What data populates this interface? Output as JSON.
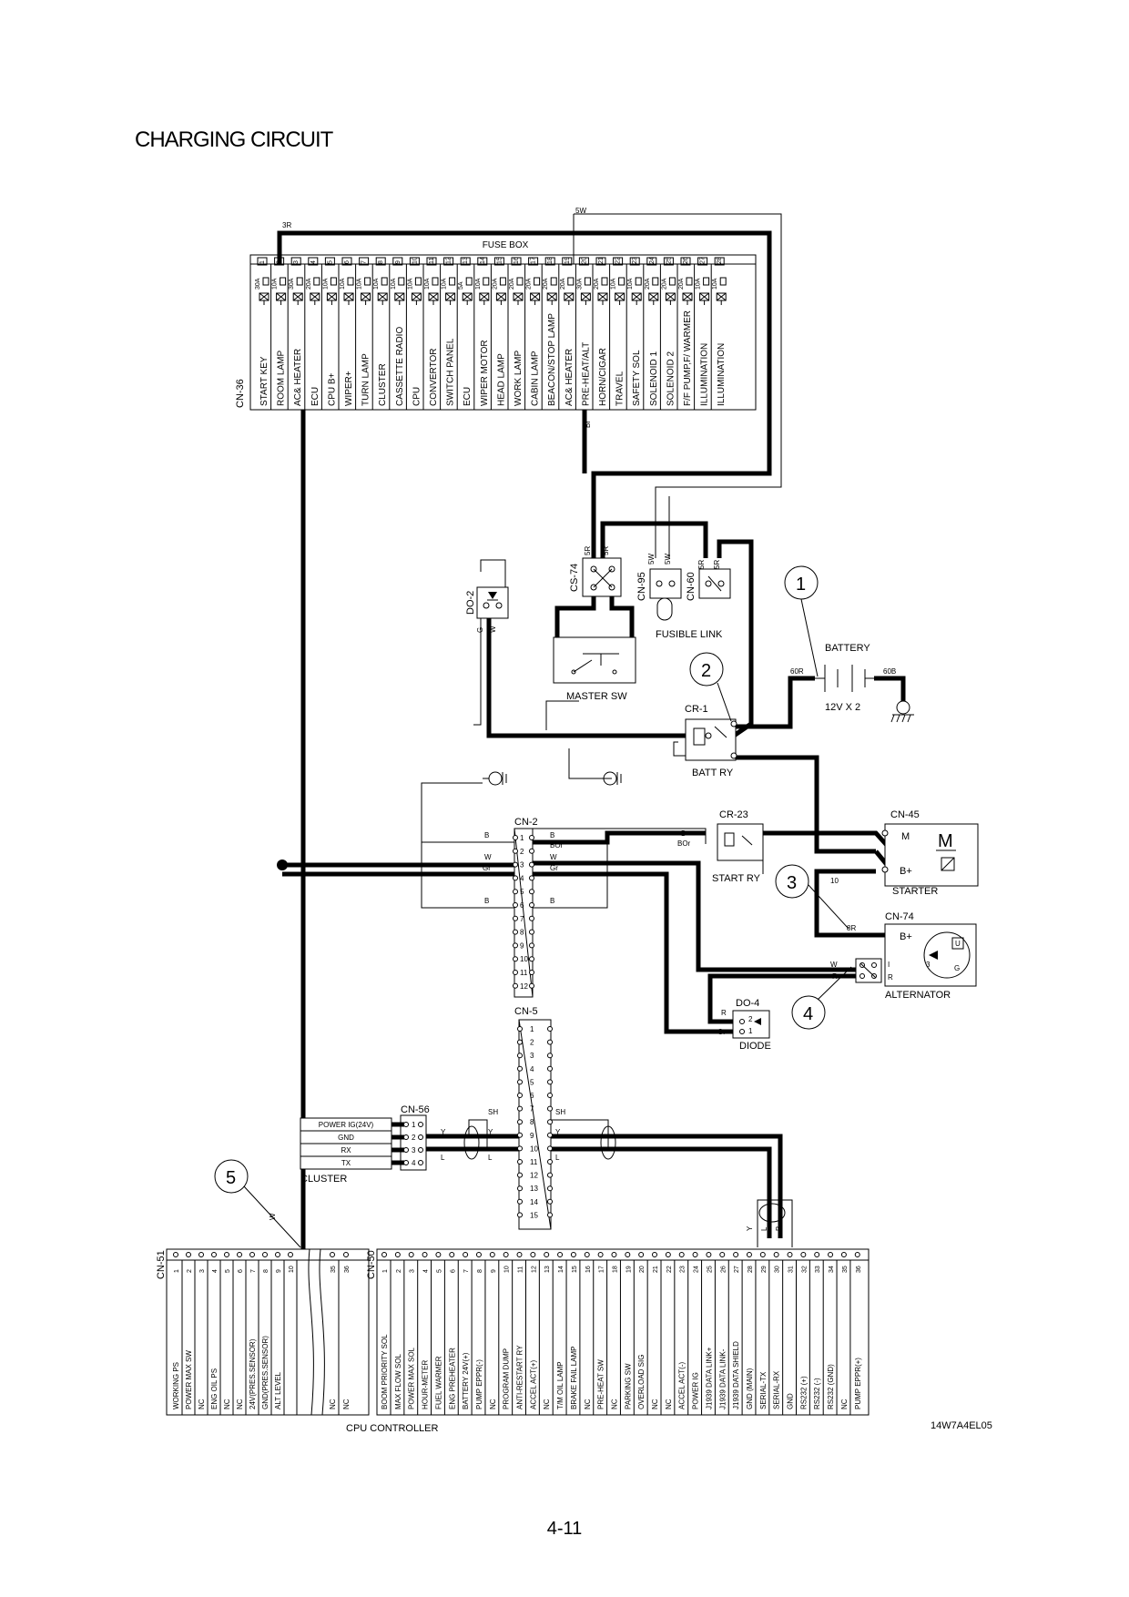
{
  "page": {
    "title": "CHARGING CIRCUIT",
    "page_number": "4-11",
    "doc_code": "14W7A4EL05"
  },
  "fuse_box": {
    "label": "FUSE BOX",
    "connector": "CN-36",
    "fuses": [
      {
        "no": "1",
        "amp": "30A",
        "circuit": "START KEY"
      },
      {
        "no": "2",
        "amp": "10A",
        "circuit": "ROOM LAMP"
      },
      {
        "no": "3",
        "amp": "30A",
        "circuit": "AC& HEATER"
      },
      {
        "no": "4",
        "amp": "20A",
        "circuit": "ECU"
      },
      {
        "no": "5",
        "amp": "10A",
        "circuit": "CPU B+"
      },
      {
        "no": "6",
        "amp": "10A",
        "circuit": "WIPER+"
      },
      {
        "no": "7",
        "amp": "10A",
        "circuit": "TURN LAMP"
      },
      {
        "no": "8",
        "amp": "10A",
        "circuit": "CLUSTER"
      },
      {
        "no": "9",
        "amp": "10A",
        "circuit": "CASSETTE RADIO"
      },
      {
        "no": "10",
        "amp": "10A",
        "circuit": "CPU"
      },
      {
        "no": "11",
        "amp": "10A",
        "circuit": "CONVERTOR"
      },
      {
        "no": "12",
        "amp": "10A",
        "circuit": "SWITCH PANEL"
      },
      {
        "no": "13",
        "amp": "5A",
        "circuit": "ECU"
      },
      {
        "no": "14",
        "amp": "10A",
        "circuit": "WIPER MOTOR"
      },
      {
        "no": "15",
        "amp": "20A",
        "circuit": "HEAD LAMP"
      },
      {
        "no": "16",
        "amp": "20A",
        "circuit": "WORK LAMP"
      },
      {
        "no": "17",
        "amp": "20A",
        "circuit": "CABIN LAMP"
      },
      {
        "no": "18",
        "amp": "20A",
        "circuit": "BEACON/STOP LAMP"
      },
      {
        "no": "19",
        "amp": "20A",
        "circuit": "AC& HEATER"
      },
      {
        "no": "20",
        "amp": "30A",
        "circuit": "PRE-HEAT/ALT"
      },
      {
        "no": "21",
        "amp": "20A",
        "circuit": "HORN/CIGAR"
      },
      {
        "no": "22",
        "amp": "10A",
        "circuit": "TRAVEL"
      },
      {
        "no": "23",
        "amp": "10A",
        "circuit": "SAFETY SOL"
      },
      {
        "no": "24",
        "amp": "20A",
        "circuit": "SOLENOID 1"
      },
      {
        "no": "25",
        "amp": "20A",
        "circuit": "SOLENOID 2"
      },
      {
        "no": "26",
        "amp": "20A",
        "circuit": "F/F PUMP,F/ WARMER"
      },
      {
        "no": "27",
        "amp": "10A",
        "circuit": "ILLUMINATION"
      },
      {
        "no": "28",
        "amp": "10A",
        "circuit": "ILLUMINATION"
      }
    ]
  },
  "wires": {
    "w3r": "3R",
    "w5w": "5W",
    "wbr": "Br",
    "w5r": "5R",
    "w60r": "60R",
    "w60b": "60B",
    "w8r": "8R",
    "w10": "10",
    "wg": "G",
    "ww": "W",
    "wb": "B",
    "wbor": "BOr",
    "wgr": "Gr",
    "wr": "R",
    "wsh": "SH",
    "wy": "Y",
    "wl": "L"
  },
  "components": {
    "cs74": "CS-74",
    "cn95": "CN-95",
    "cn60": "CN-60",
    "fusible_link": "FUSIBLE LINK",
    "do2": "DO-2",
    "master_sw": "MASTER SW",
    "battery": "BATTERY",
    "battery_spec": "12V X 2",
    "cr1": "CR-1",
    "batt_ry": "BATT RY",
    "cn2": "CN-2",
    "cr23": "CR-23",
    "start_ry": "START RY",
    "cn45": "CN-45",
    "starter": "STARTER",
    "motor": "M",
    "m_pin": "M",
    "bplus": "B+",
    "cn74": "CN-74",
    "alternator": "ALTERNATOR",
    "alt_i": "I",
    "alt_r": "R",
    "alt_3": "3",
    "alt_u": "U",
    "alt_g": "G",
    "do4": "DO-4",
    "diode": "DIODE",
    "cn5": "CN-5",
    "cn56": "CN-56",
    "cluster": "CLUSTER",
    "cn51": "CN-51",
    "cn50": "CN-50",
    "cpu_controller": "CPU CONTROLLER"
  },
  "callouts": [
    "1",
    "2",
    "3",
    "4",
    "5"
  ],
  "cn56_pins": [
    "POWER IG(24V)",
    "GND",
    "RX",
    "TX"
  ],
  "cn51": {
    "pins": [
      {
        "no": "1",
        "label": "WORKING PS"
      },
      {
        "no": "2",
        "label": "POWER MAX SW"
      },
      {
        "no": "3",
        "label": "NC"
      },
      {
        "no": "4",
        "label": "ENG OIL PS"
      },
      {
        "no": "5",
        "label": "NC"
      },
      {
        "no": "6",
        "label": "NC"
      },
      {
        "no": "7",
        "label": "24V(PRES.SENSOR)"
      },
      {
        "no": "8",
        "label": "GND(PRES.SENSOR)"
      },
      {
        "no": "9",
        "label": "ALT LEVEL"
      },
      {
        "no": "10",
        "label": ""
      },
      {
        "no": "35",
        "label": "NC"
      },
      {
        "no": "36",
        "label": "NC"
      }
    ]
  },
  "cn50": {
    "pins": [
      {
        "no": "1",
        "label": "BOOM PRIORITY SOL"
      },
      {
        "no": "2",
        "label": "MAX FLOW SOL"
      },
      {
        "no": "3",
        "label": "POWER MAX SOL"
      },
      {
        "no": "4",
        "label": "HOUR-METER"
      },
      {
        "no": "5",
        "label": "FUEL WARMER"
      },
      {
        "no": "6",
        "label": "ENG PREHEATER"
      },
      {
        "no": "7",
        "label": "BATTERY 24V(+)"
      },
      {
        "no": "8",
        "label": "PUMP EPPR(-)"
      },
      {
        "no": "9",
        "label": "NC"
      },
      {
        "no": "10",
        "label": "PROGRAM DUMP"
      },
      {
        "no": "11",
        "label": "ANTI-RESTART RY"
      },
      {
        "no": "12",
        "label": "ACCEL ACT(+)"
      },
      {
        "no": "13",
        "label": "NC"
      },
      {
        "no": "14",
        "label": "T/M OIL LAMP"
      },
      {
        "no": "15",
        "label": "BRAKE FAIL LAMP"
      },
      {
        "no": "16",
        "label": "NC"
      },
      {
        "no": "17",
        "label": "PRE-HEAT SW"
      },
      {
        "no": "18",
        "label": "NC"
      },
      {
        "no": "19",
        "label": "PARKING SW"
      },
      {
        "no": "20",
        "label": "OVERLOAD SIG"
      },
      {
        "no": "21",
        "label": "NC"
      },
      {
        "no": "22",
        "label": "NC"
      },
      {
        "no": "23",
        "label": "ACCEL ACT(-)"
      },
      {
        "no": "24",
        "label": "POWER IG"
      },
      {
        "no": "25",
        "label": "J1939 DATA LINK+"
      },
      {
        "no": "26",
        "label": "J1939 DATA LINK-"
      },
      {
        "no": "27",
        "label": "J1939 DATA SHIELD"
      },
      {
        "no": "28",
        "label": "GND (MAIN)"
      },
      {
        "no": "29",
        "label": "SERIAL-TX"
      },
      {
        "no": "30",
        "label": "SERIAL-RX"
      },
      {
        "no": "31",
        "label": "GND"
      },
      {
        "no": "32",
        "label": "RS232 (+)"
      },
      {
        "no": "33",
        "label": "RS232 (-)"
      },
      {
        "no": "34",
        "label": "RS232 (GND)"
      },
      {
        "no": "35",
        "label": "NC"
      },
      {
        "no": "36",
        "label": "PUMP EPPR(+)"
      }
    ]
  }
}
